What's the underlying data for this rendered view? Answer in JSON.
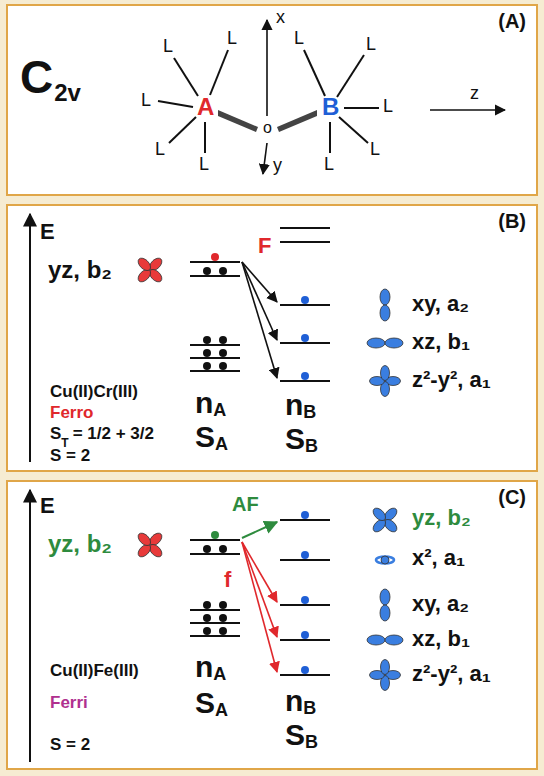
{
  "diagram": {
    "nodes": [
      {
        "text": [
          "(A)"
        ]
      },
      {
        "text": [
          "(B)"
        ]
      },
      {
        "text": [
          "(C)"
        ]
      }
    ],
    "labels": [
      "C",
      "2v",
      "x",
      "z",
      "y",
      "A",
      "B",
      "o",
      "L",
      "L",
      "L",
      "L",
      "L",
      "L",
      "L",
      "L",
      "L",
      "L",
      "E",
      "yz, b₂",
      "F",
      "Cu(II)Cr(III)",
      "Ferro",
      "S",
      "T",
      "= 1/2 + 3/2",
      "S = 2",
      "n",
      "A",
      "S",
      "A",
      "n",
      "B",
      "S",
      "B",
      "xy, a₂",
      "xz, b₁",
      "z²-y², a₁",
      "E",
      "yz, b₂",
      "AF",
      "yz, b₂",
      "x², a₁",
      "f",
      "xy, a₂",
      "xz, b₁",
      "z²-y², a₁",
      "n",
      "A",
      "S",
      "A",
      "n",
      "B",
      "S",
      "B",
      "Cu(II)Fe(III)",
      "Ferri",
      "S = 2"
    ]
  }
}
